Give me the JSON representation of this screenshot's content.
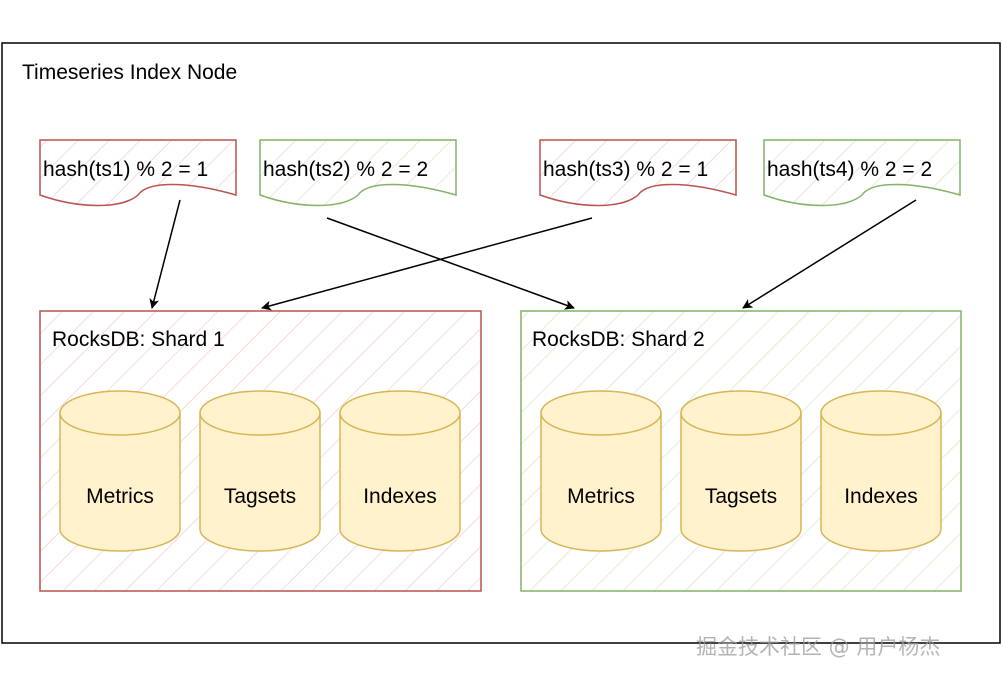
{
  "node": {
    "title": "Timeseries Index Node"
  },
  "hash_boxes": [
    {
      "label": "hash(ts1) % 2 = 1",
      "color": "#b85450"
    },
    {
      "label": "hash(ts2) % 2 = 2",
      "color": "#82b366"
    },
    {
      "label": "hash(ts3) % 2 = 1",
      "color": "#b85450"
    },
    {
      "label": "hash(ts4) % 2 = 2",
      "color": "#82b366"
    }
  ],
  "shards": [
    {
      "title": "RocksDB: Shard 1",
      "color": "#b85450",
      "stores": [
        "Metrics",
        "Tagsets",
        "Indexes"
      ]
    },
    {
      "title": "RocksDB: Shard 2",
      "color": "#82b366",
      "stores": [
        "Metrics",
        "Tagsets",
        "Indexes"
      ]
    }
  ],
  "edges": [
    {
      "from": "hash(ts1) % 2 = 1",
      "to": "RocksDB: Shard 1"
    },
    {
      "from": "hash(ts2) % 2 = 2",
      "to": "RocksDB: Shard 2"
    },
    {
      "from": "hash(ts3) % 2 = 1",
      "to": "RocksDB: Shard 1"
    },
    {
      "from": "hash(ts4) % 2 = 2",
      "to": "RocksDB: Shard 2"
    }
  ],
  "colors": {
    "red_stroke": "#b85450",
    "red_hatch": "#f4c7c3",
    "green_stroke": "#82b366",
    "green_hatch": "#cfe6c3",
    "cylinder_fill": "#fff2cc",
    "cylinder_stroke": "#d6b656"
  },
  "watermark": "掘金技术社区 @ 用户杨杰"
}
